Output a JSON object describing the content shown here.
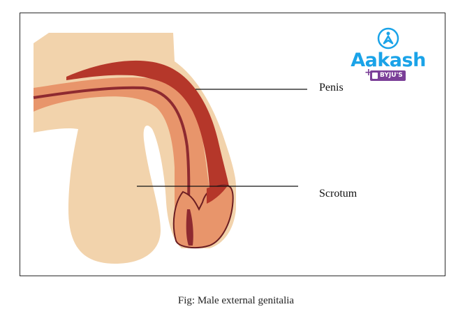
{
  "figure": {
    "labels": [
      {
        "id": "penis",
        "text": "Penis"
      },
      {
        "id": "scrotum",
        "text": "Scrotum"
      }
    ],
    "caption": "Fig: Male external genitalia"
  },
  "logo": {
    "brand": "Aakash",
    "partner": "BYJU'S",
    "plus": "+",
    "colors": {
      "brand": "#1aa3e8",
      "partner": "#7b3f98"
    }
  },
  "colors": {
    "skin": "#f2d3ac",
    "tissue": "#e8956b",
    "erectile": "#b5372a",
    "urethra": "#8e2a30",
    "border": "#2b2b2b"
  }
}
